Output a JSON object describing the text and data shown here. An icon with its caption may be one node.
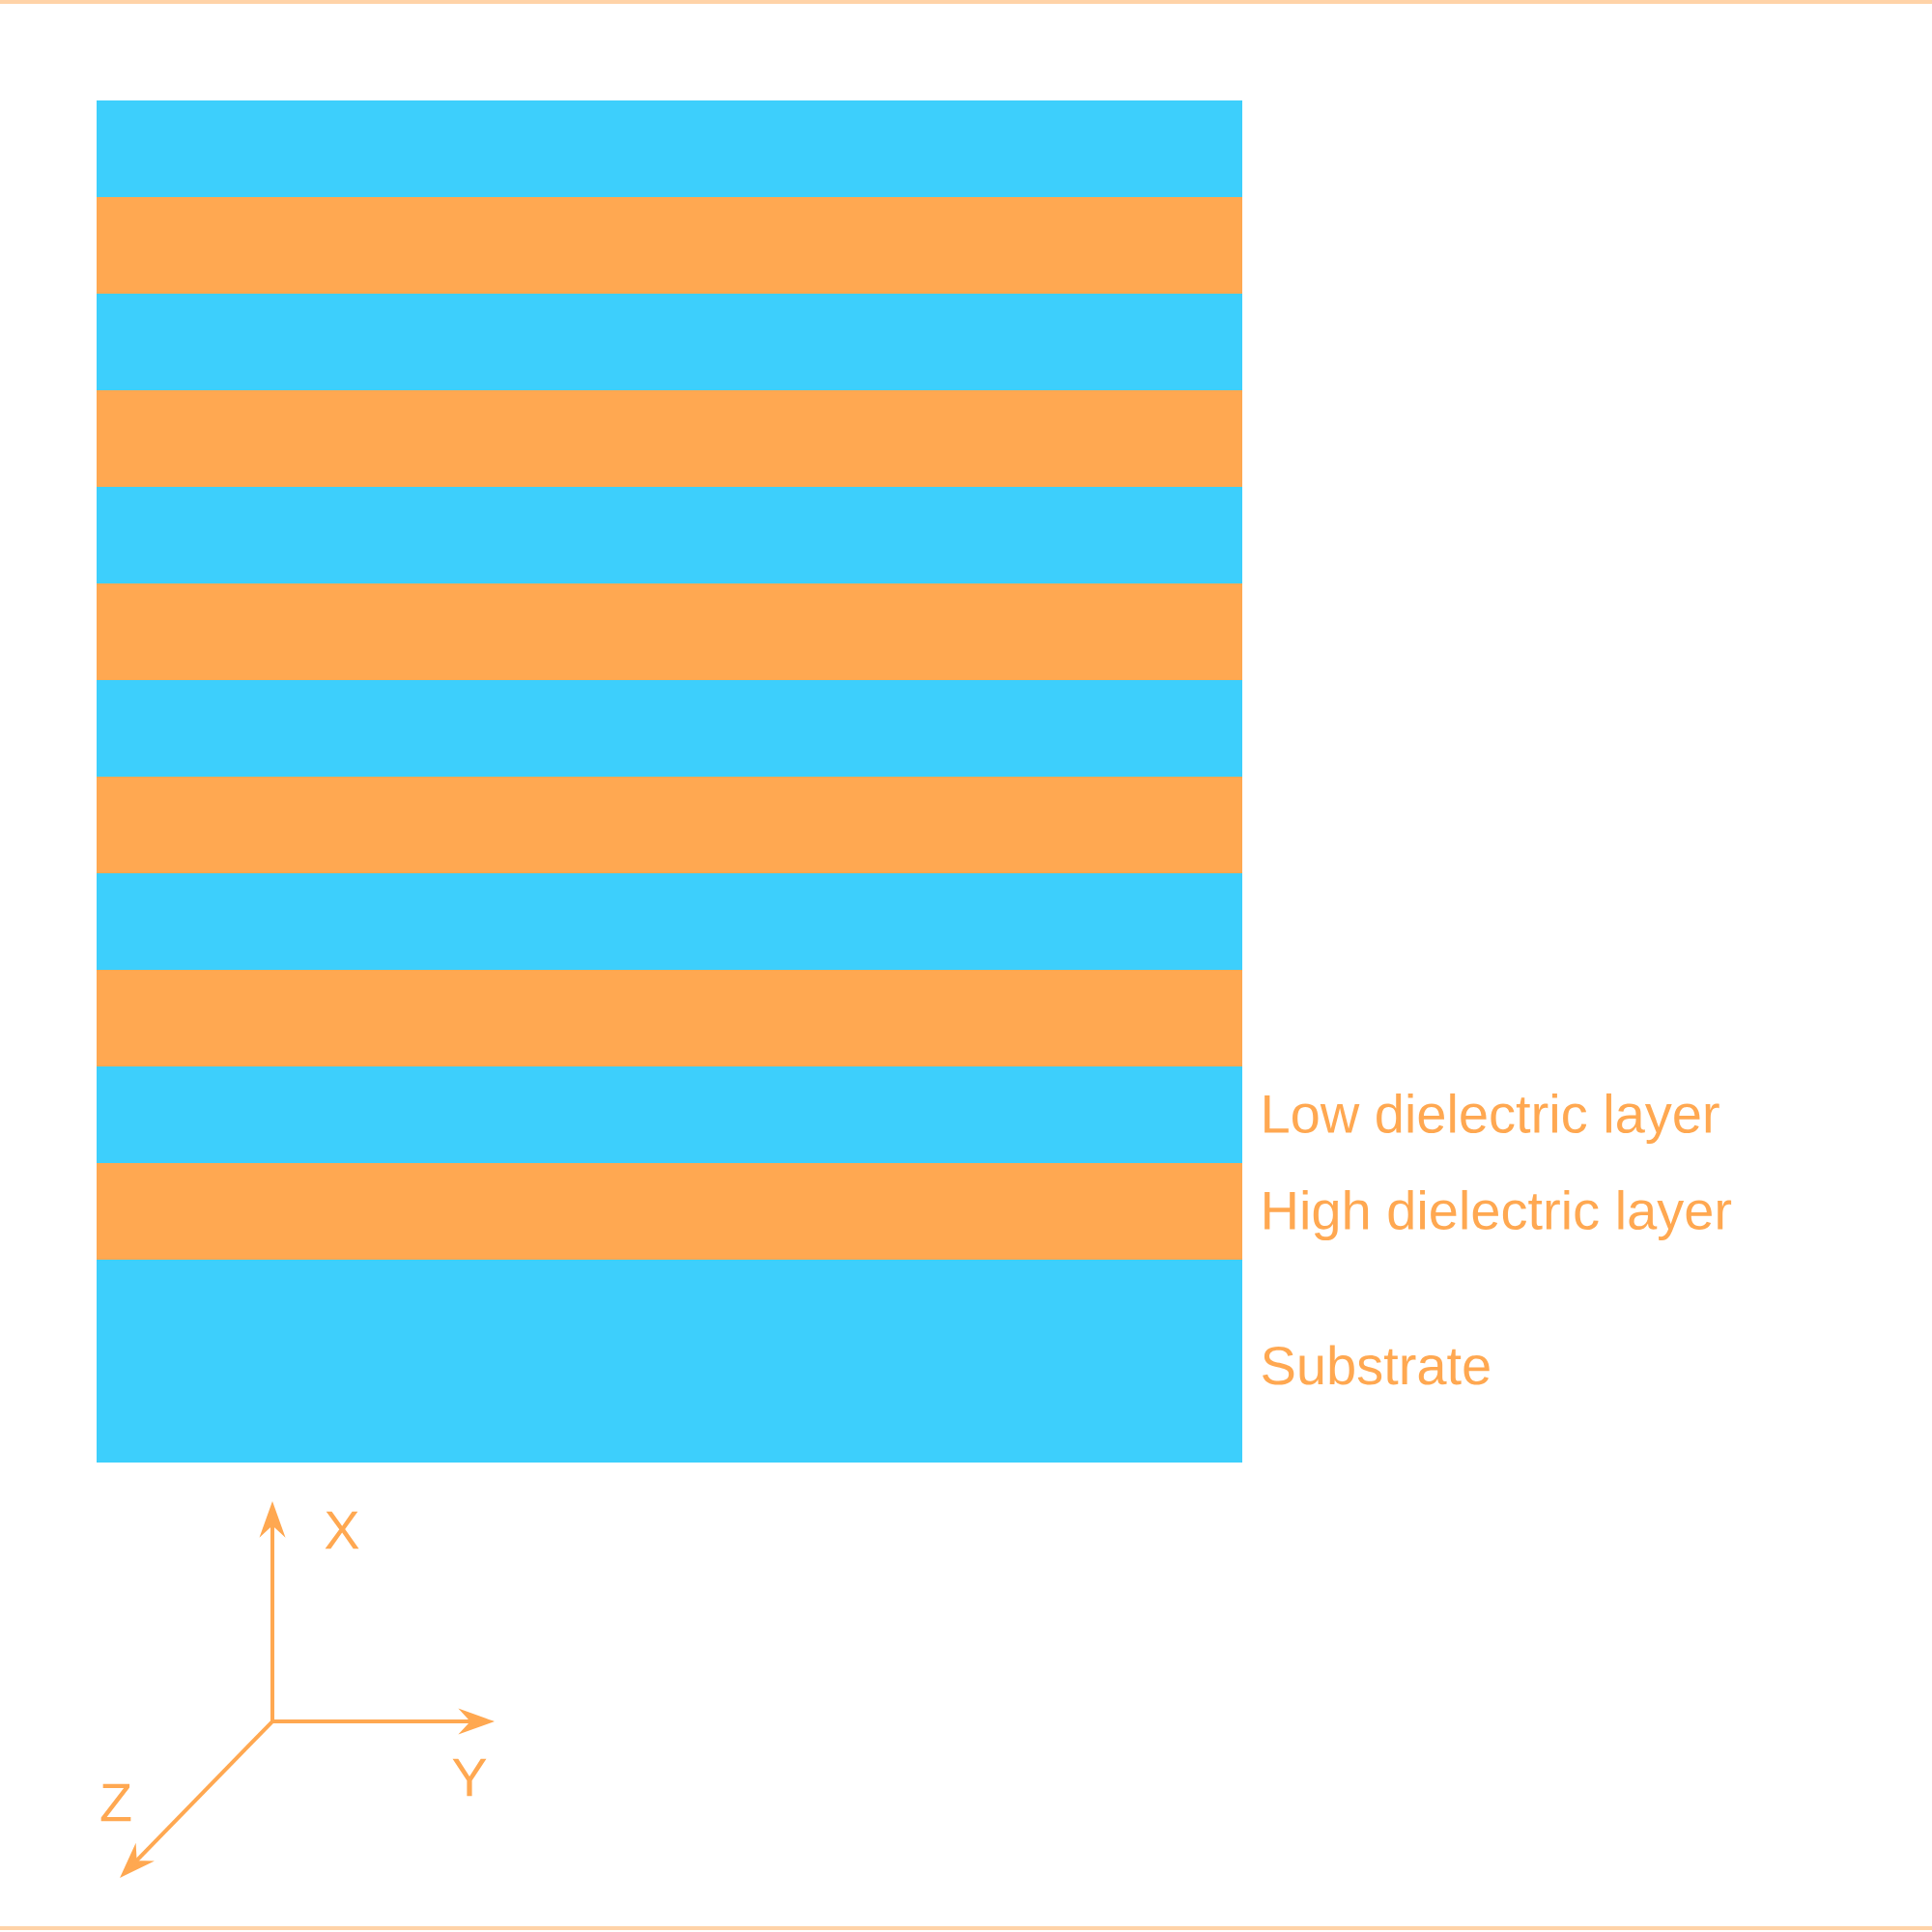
{
  "diagram": {
    "nodes": [
      {
        "text": [],
        "shape": "bar"
      },
      {
        "text": [],
        "shape": "bar"
      },
      {
        "text": [],
        "shape": "bar"
      },
      {
        "text": [],
        "shape": "bar"
      },
      {
        "text": [],
        "shape": "bar"
      },
      {
        "text": [],
        "shape": "bar"
      },
      {
        "text": [],
        "shape": "bar"
      },
      {
        "text": [],
        "shape": "bar"
      },
      {
        "text": [],
        "shape": "bar"
      },
      {
        "text": [],
        "shape": "bar"
      },
      {
        "text": [],
        "shape": "bar",
        "beside": [
          "Low dielectric layer"
        ]
      },
      {
        "text": [],
        "shape": "bar",
        "beside": [
          "High dielectric layer"
        ]
      },
      {
        "text": [],
        "shape": "bar",
        "beside": [
          "Substrate"
        ]
      }
    ],
    "labels": [
      "X",
      "Y",
      "Z"
    ]
  }
}
